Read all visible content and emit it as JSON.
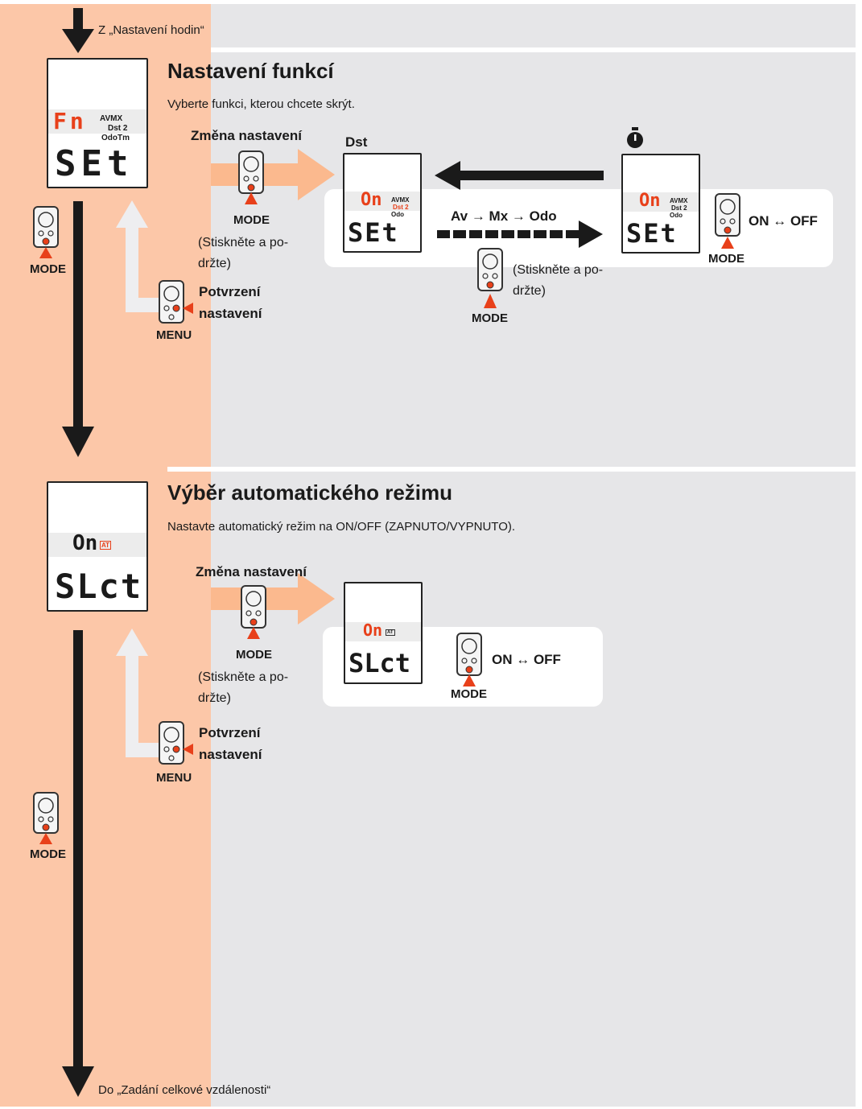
{
  "flow": {
    "from_label": "Z „Nastavení hodin“",
    "to_label": "Do „Zadání celkové vzdálenosti“"
  },
  "section1": {
    "title": "Nastavení funkcí",
    "subtitle": "Vyberte funkci, kterou chcete skrýt.",
    "change_label": "Změna nastavení",
    "mode_label": "MODE",
    "hold_note_line1": "(Stiskněte a po-",
    "hold_note_line2": "držte)",
    "confirm_line1": "Potvrzení",
    "confirm_line2": "nastavení",
    "menu_label": "MENU",
    "side_mode_label": "MODE",
    "dst_heading": "Dst",
    "cycle_label": "Av → Mx → Odo",
    "mid_hold_line1": "(Stiskněte a po-",
    "mid_hold_line2": "držte)",
    "mid_mode_label": "MODE",
    "toggle_label": "ON ↔ OFF",
    "right_mode_label": "MODE",
    "stopwatch_icon": "stopwatch-icon",
    "lcd_main": {
      "top": "Fn",
      "bottom": "SEt",
      "icons_line1": "AVMX",
      "icons_line2": "Dst",
      "icons_line2b": "2",
      "icons_line3": "OdoTm"
    },
    "lcd_dst": {
      "top": "On",
      "bottom": "SEt",
      "icons_line1": "AVMX",
      "icons_line2": "Dst",
      "icons_line2b": "2",
      "icons_line3": "Odo"
    },
    "lcd_stopwatch": {
      "top": "On",
      "bottom": "SEt",
      "icons_line1": "AVMX",
      "icons_line2": "Dst",
      "icons_line2b": "2",
      "icons_line3": "Odo"
    }
  },
  "section2": {
    "title": "Výběr automatického režimu",
    "subtitle": "Nastavte automatický režim na ON/OFF (ZAPNUTO/VYPNUTO).",
    "change_label": "Změna nastavení",
    "mode_label": "MODE",
    "hold_note_line1": "(Stiskněte a po-",
    "hold_note_line2": "držte)",
    "confirm_line1": "Potvrzení",
    "confirm_line2": "nastavení",
    "menu_label": "MENU",
    "side_mode_label": "MODE",
    "toggle_label": "ON ↔ OFF",
    "right_mode_label": "MODE",
    "lcd_main": {
      "top": "On",
      "bottom": "SLct",
      "badge": "AT"
    },
    "lcd_small": {
      "top": "On",
      "bottom": "SLct",
      "badge": "AT"
    }
  },
  "colors": {
    "accent": "#e8401a",
    "salmon": "#fcc7a8",
    "gray": "#e6e6e8",
    "arrow_light": "#fbb98e",
    "arrow_pale": "#eeeef0",
    "black": "#1a1a1a"
  }
}
